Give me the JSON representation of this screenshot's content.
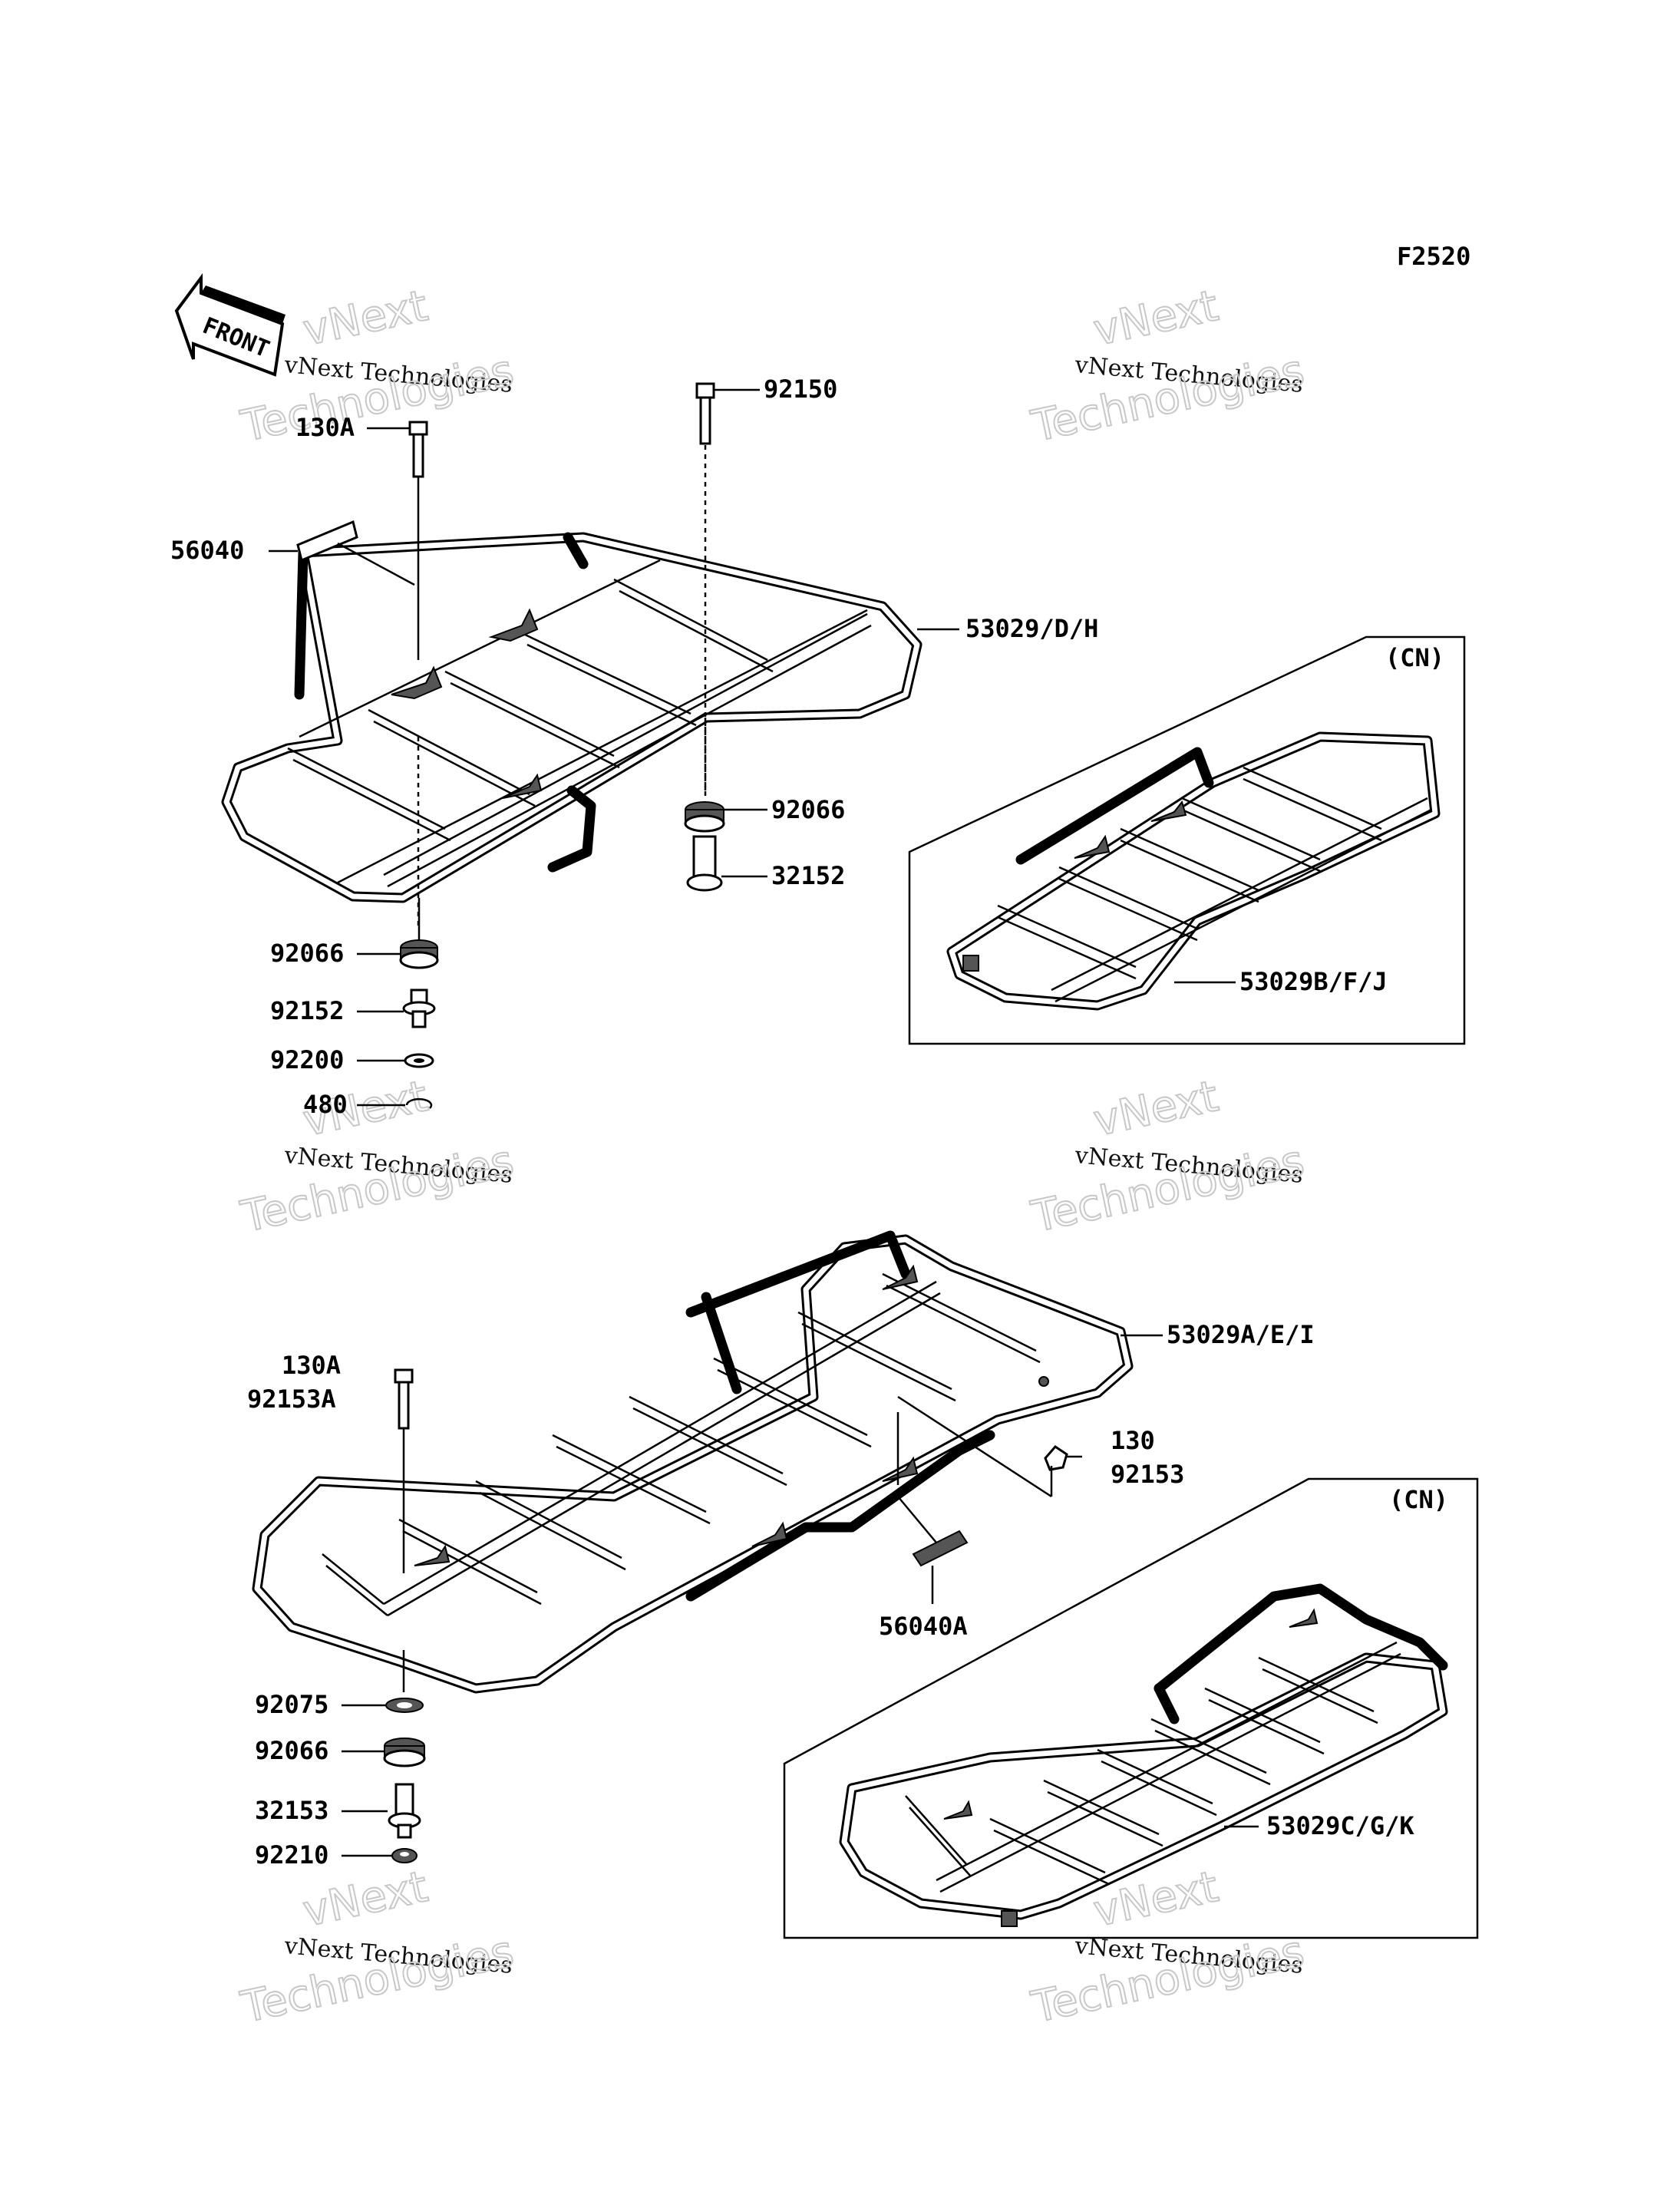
{
  "figure_code": "F2520",
  "front_label": "FRONT",
  "region_label": "(CN)",
  "watermark": {
    "line1": "vNext",
    "line2": "vNext Technologies",
    "line3": "Technologies"
  },
  "labels": {
    "p92150": "92150",
    "p130A_top": "130A",
    "p56040": "56040",
    "p53029DH": "53029/D/H",
    "p92066_right": "92066",
    "p32152": "32152",
    "p53029BFJ": "53029B/F/J",
    "p92066_left": "92066",
    "p92152": "92152",
    "p92200": "92200",
    "p480": "480",
    "p53029AEI": "53029A/E/I",
    "p130A_bottom": "130A",
    "p92153A": "92153A",
    "p130": "130",
    "p92153": "92153",
    "p56040A": "56040A",
    "p92075": "92075",
    "p92066_bottom": "92066",
    "p32153": "32153",
    "p92210": "92210",
    "p53029CGK": "53029C/G/K"
  }
}
